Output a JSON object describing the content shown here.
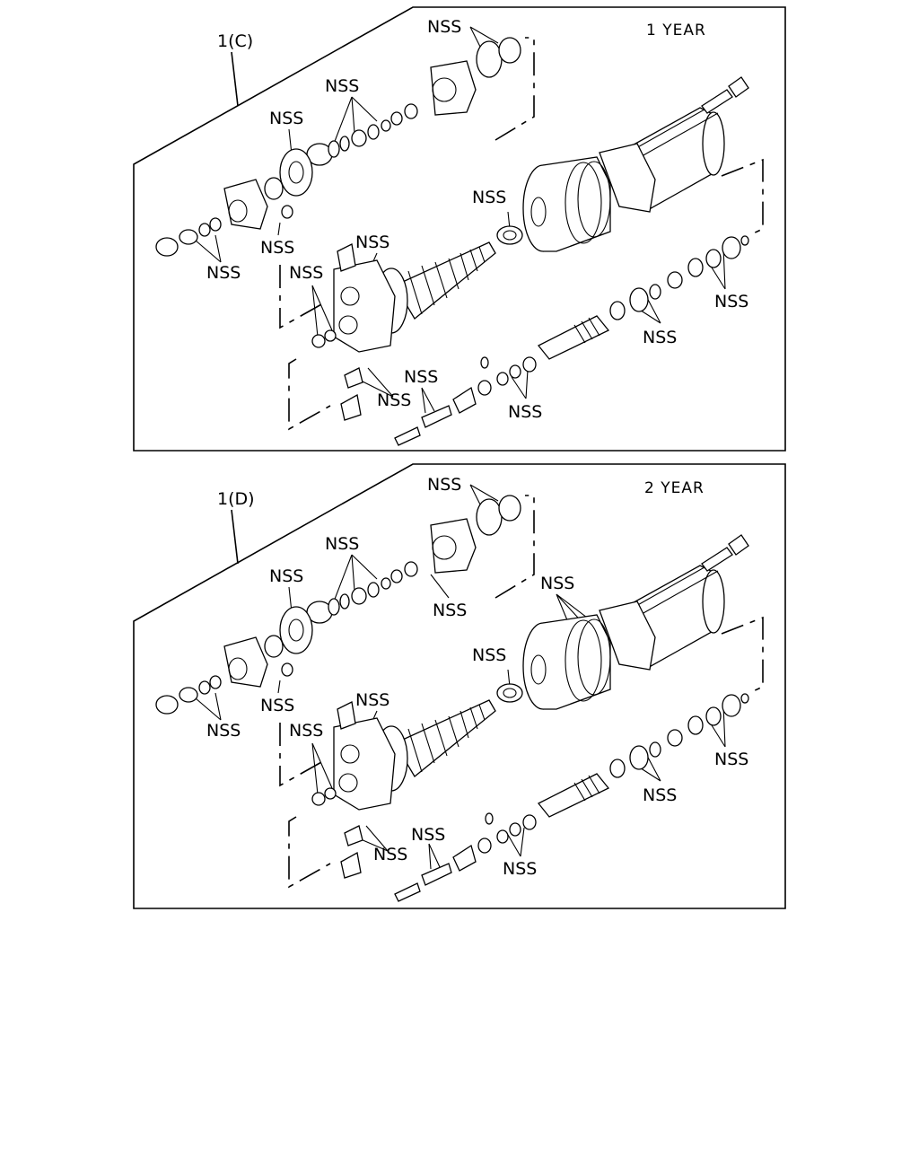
{
  "panels": [
    {
      "id": "c",
      "assembly_label": "1(C)",
      "period_label": "1 YEAR",
      "nss_labels": [
        "NSS",
        "NSS",
        "NSS",
        "NSS",
        "NSS",
        "NSS",
        "NSS",
        "NSS",
        "NSS",
        "NSS",
        "NSS",
        "NSS",
        "NSS"
      ]
    },
    {
      "id": "d",
      "assembly_label": "1(D)",
      "period_label": "2 YEAR",
      "nss_labels": [
        "NSS",
        "NSS",
        "NSS",
        "NSS",
        "NSS",
        "NSS",
        "NSS",
        "NSS",
        "NSS",
        "NSS",
        "NSS",
        "NSS",
        "NSS",
        "NSS",
        "NSS"
      ]
    }
  ],
  "colors": {
    "line": "#000000",
    "background": "#ffffff"
  }
}
